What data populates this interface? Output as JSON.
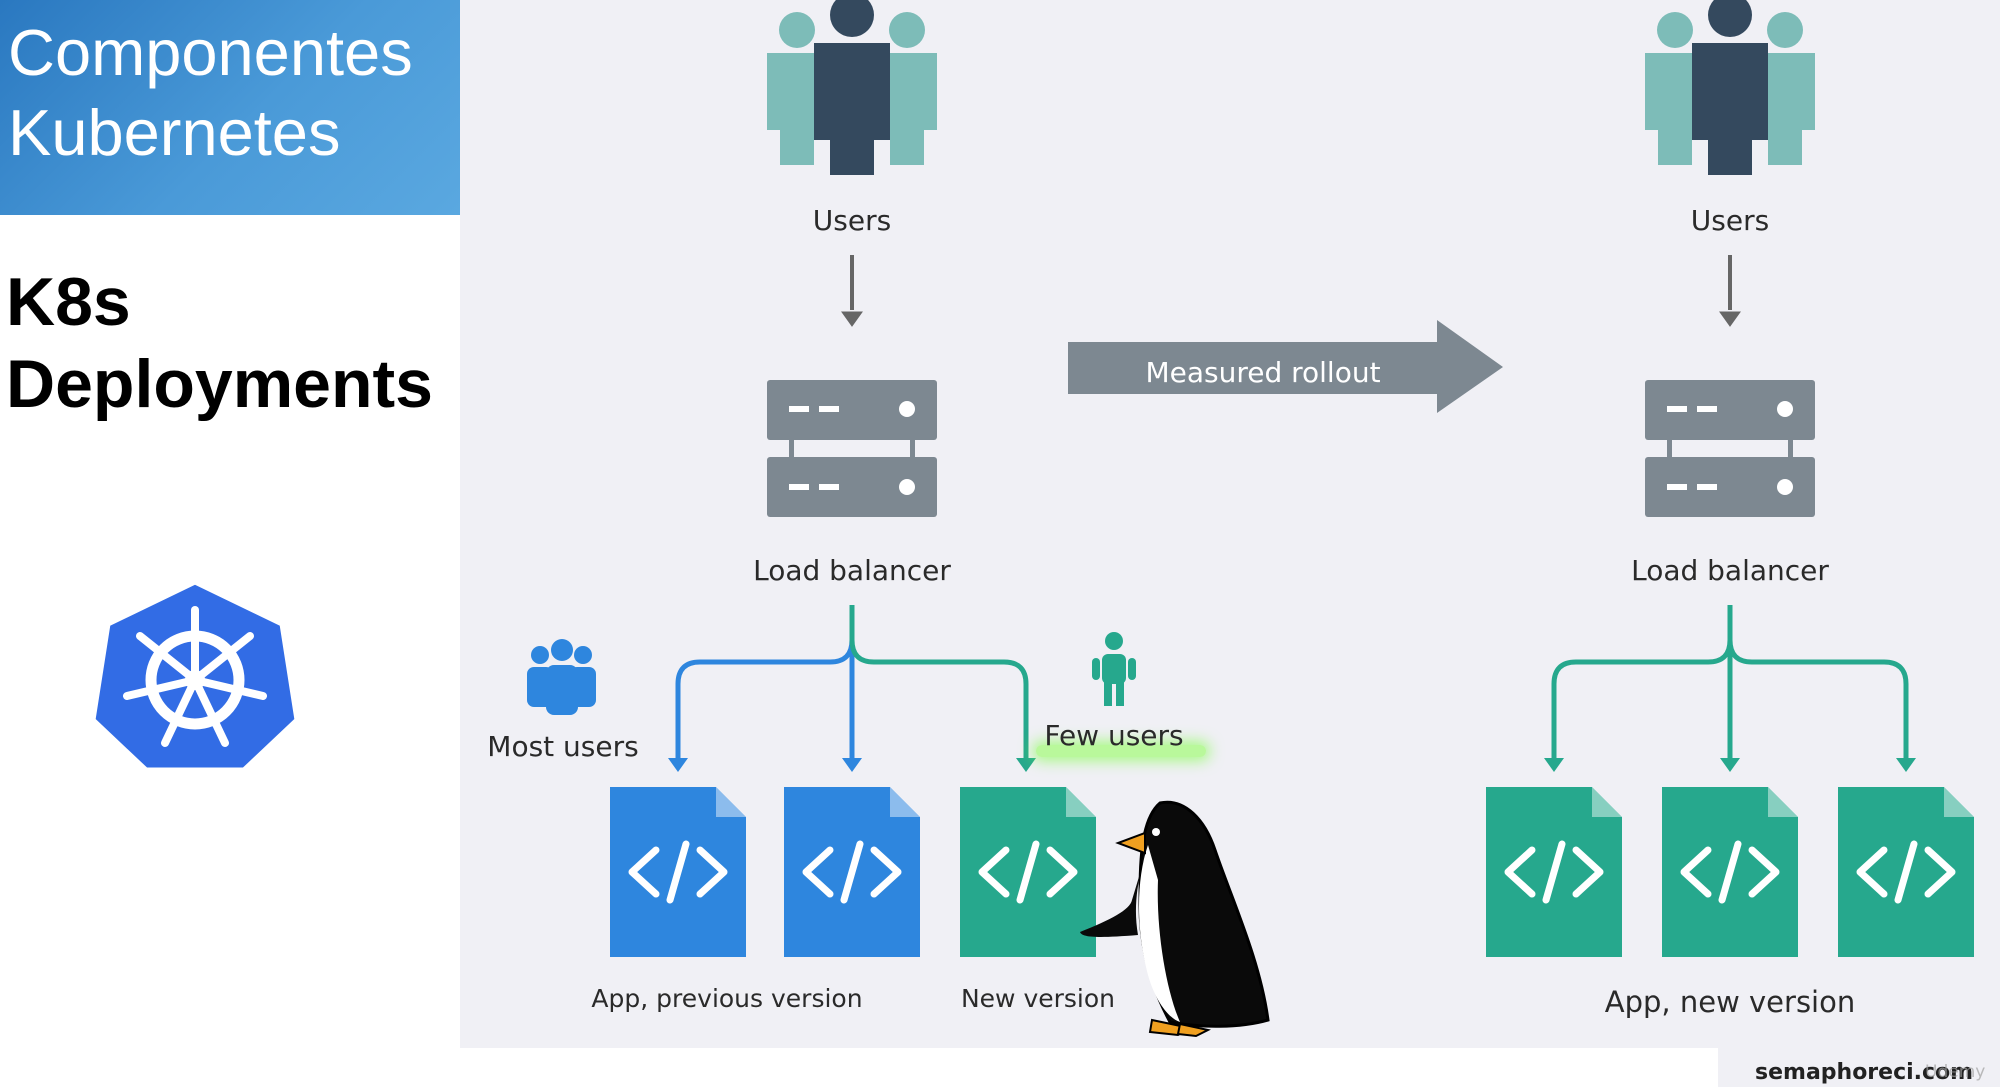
{
  "header": {
    "line1": "Componentes",
    "line2": "Kubernetes"
  },
  "slide": {
    "title_line1": "K8s",
    "title_line2": "Deployments"
  },
  "diagram": {
    "left": {
      "users_label": "Users",
      "lb_label": "Load balancer",
      "most_users": "Most users",
      "few_users": "Few users",
      "prev_version_label": "App, previous version",
      "new_version_label": "New version"
    },
    "rollout_label": "Measured rollout",
    "right": {
      "users_label": "Users",
      "lb_label": "Load balancer",
      "app_label": "App, new version"
    },
    "colors": {
      "blue": "#2e86de",
      "teal": "#26a88d",
      "gray": "#7d8891",
      "user_dark": "#34495e",
      "user_light": "#7dbcb8"
    }
  },
  "source": "semaphoreci.com",
  "watermark": "Udemy"
}
